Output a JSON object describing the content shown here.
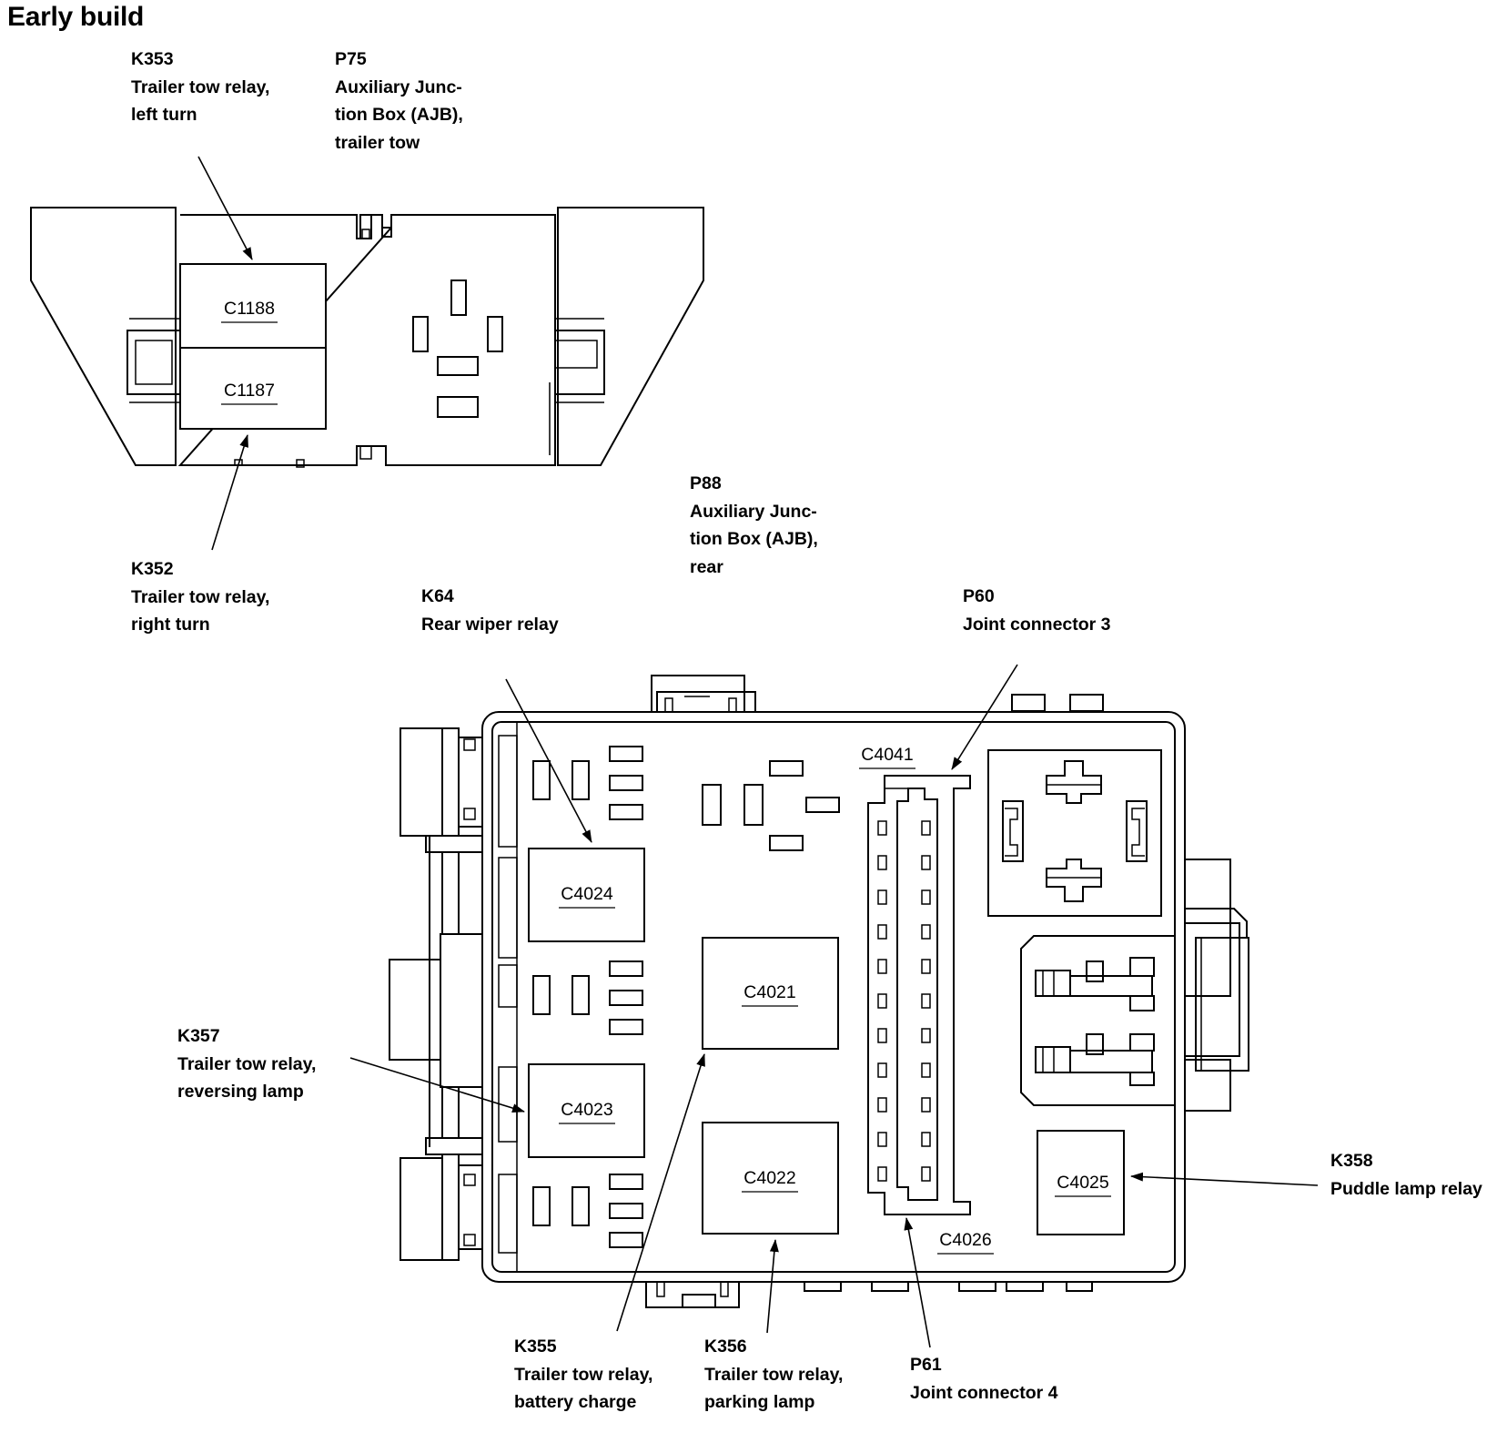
{
  "title": "Early build",
  "callouts": {
    "k353": {
      "code": "K353",
      "lines": [
        "Trailer tow relay,",
        "left turn"
      ]
    },
    "p75": {
      "code": "P75",
      "lines": [
        "Auxiliary Junc-",
        "tion Box (AJB),",
        "trailer tow"
      ]
    },
    "k352": {
      "code": "K352",
      "lines": [
        "Trailer tow relay,",
        "right turn"
      ]
    },
    "p88": {
      "code": "P88",
      "lines": [
        "Auxiliary Junc-",
        "tion Box (AJB),",
        "rear"
      ]
    },
    "k64": {
      "code": "K64",
      "lines": [
        "Rear wiper relay"
      ]
    },
    "p60": {
      "code": "P60",
      "lines": [
        "Joint connector 3"
      ]
    },
    "k357": {
      "code": "K357",
      "lines": [
        "Trailer tow relay,",
        "reversing lamp"
      ]
    },
    "k358": {
      "code": "K358",
      "lines": [
        "Puddle lamp relay"
      ]
    },
    "k355": {
      "code": "K355",
      "lines": [
        "Trailer tow relay,",
        "battery charge"
      ]
    },
    "k356": {
      "code": "K356",
      "lines": [
        "Trailer tow relay,",
        "parking lamp"
      ]
    },
    "p61": {
      "code": "P61",
      "lines": [
        "Joint connector 4"
      ]
    }
  },
  "connectors": {
    "c1188": "C1188",
    "c1187": "C1187",
    "c4024": "C4024",
    "c4023": "C4023",
    "c4021": "C4021",
    "c4022": "C4022",
    "c4025": "C4025",
    "c4041": "C4041",
    "c4026": "C4026"
  }
}
